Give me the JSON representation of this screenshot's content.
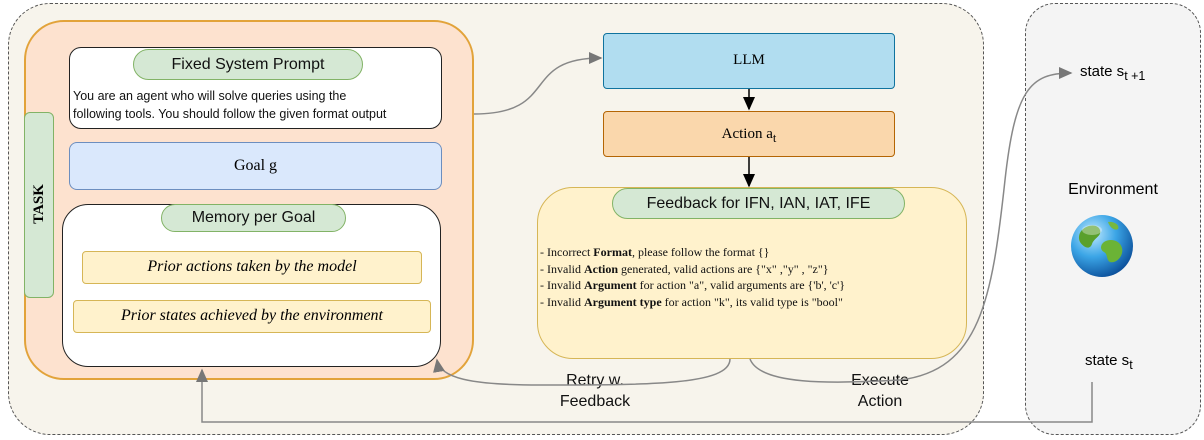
{
  "task": {
    "label": "TASK"
  },
  "system_prompt": {
    "title": "Fixed System Prompt",
    "line1": "You are an agent who will solve queries using the",
    "line2": "following tools. You should follow the given format output"
  },
  "goal": {
    "label": "Goal g"
  },
  "memory": {
    "title": "Memory per Goal",
    "items": [
      "Prior actions taken by the model",
      "Prior states achieved by the environment"
    ]
  },
  "llm": {
    "label": "LLM"
  },
  "action": {
    "label": "Action a",
    "sub": "t"
  },
  "feedback": {
    "title": "Feedback for IFN, IAN, IAT, IFE",
    "lines": [
      {
        "pre": "- Incorrect ",
        "bold": "Format",
        "post": ", please follow the format {}"
      },
      {
        "pre": "- Invalid ",
        "bold": "Action",
        "post": " generated, valid actions are {\"x\" ,\"y\" , \"z\"}"
      },
      {
        "pre": "- Invalid ",
        "bold": "Argument",
        "post": " for action \"a\", valid arguments are {'b', 'c'}"
      },
      {
        "pre": "- Invalid ",
        "bold": "Argument type",
        "post": " for action \"k\", its valid type is \"bool\""
      }
    ]
  },
  "edges": {
    "retry_line1": "Retry w.",
    "retry_line2": "Feedback",
    "execute_line1": "Execute",
    "execute_line2": "Action"
  },
  "environment": {
    "title": "Environment",
    "state_next": "state s",
    "state_next_sub": "t +1",
    "state_current": "state s",
    "state_current_sub": "t"
  }
}
